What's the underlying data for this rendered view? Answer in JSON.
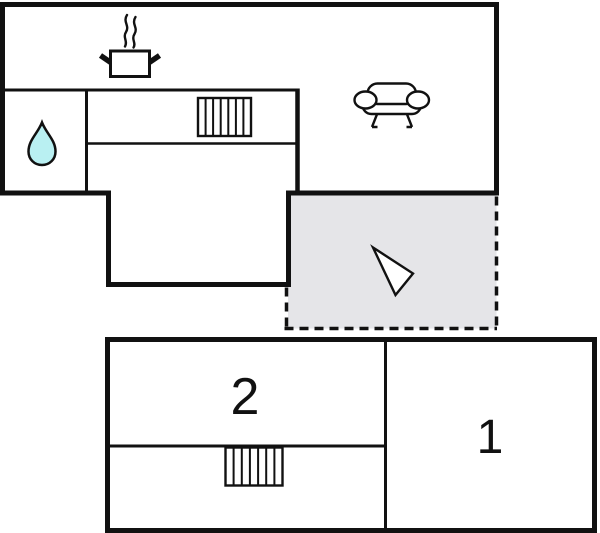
{
  "floorplan": {
    "type": "two-level holiday home floor plan",
    "rooms": {
      "bedroom_1": {
        "label": "1"
      },
      "bedroom_2": {
        "label": "2"
      }
    },
    "icons": {
      "kitchen": "cooking-pot-icon",
      "kitchen_steam": "steam-icon",
      "bathroom": "water-drop-icon",
      "living_room": "sofa-icon",
      "stairs_upper": "stairs-icon",
      "stairs_lower": "stairs-icon",
      "terrace_entry": "entrance-arrow-icon"
    },
    "colors": {
      "wall": "#111111",
      "background": "#ffffff",
      "terrace_fill": "#e5e5e8",
      "water_drop_fill": "#b9f0f2",
      "steam_gray": "#858585"
    }
  }
}
